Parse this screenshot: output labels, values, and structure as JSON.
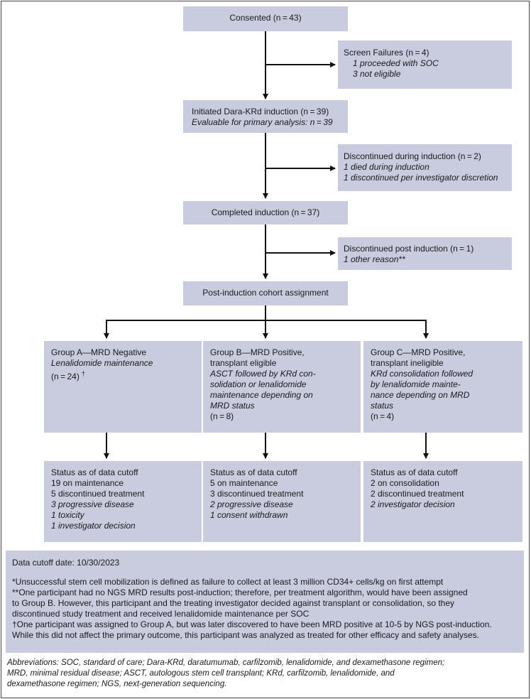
{
  "consented": "Consented (n = 43)",
  "screen_failures": {
    "title": "Screen Failures (n = 4)",
    "line1": "1 proceeded with SOC",
    "line2": "3 not eligible"
  },
  "initiated": {
    "title": "Initiated Dara-KRd induction (n = 39)",
    "subtitle": "Evaluable for primary analysis: n = 39"
  },
  "discontinued_induction": {
    "title": "Discontinued during induction (n = 2)",
    "line1": "1 died during induction",
    "line2": "1 discontinued per investigator discretion"
  },
  "completed": "Completed induction (n = 37)",
  "discontinued_post": {
    "title": "Discontinued post induction (n = 1)",
    "line1": "1 other reason**"
  },
  "cohort": "Post-induction cohort assignment",
  "group_a": {
    "line1": "Group A—MRD Negative",
    "line2": "Lenalidomide maintenance",
    "line3": "(n = 24)",
    "mark": "†"
  },
  "group_b": {
    "line1": "Group B—MRD Positive,",
    "line2": "transplant eligible",
    "line3": "ASCT followed by KRd con-",
    "line4": "solidation or lenalidomide",
    "line5": "maintenance depending on",
    "line6": "MRD status",
    "line7": "(n = 8)"
  },
  "group_c": {
    "line1": "Group C—MRD Positive,",
    "line2": "transplant ineligible",
    "line3": "KRd consolidation followed",
    "line4": "by lenalidomide mainte-",
    "line5": "nance depending on MRD",
    "line6": "status",
    "line7": "(n = 4)"
  },
  "status_a": {
    "line1": "Status as of data cutoff",
    "line2": "19 on maintenance",
    "line3": "5 discontinued treatment",
    "line4": "3 progressive disease",
    "line5": "1 toxicity",
    "line6": "1 investigator decision"
  },
  "status_b": {
    "line1": "Status as of data cutoff",
    "line2": "5 on maintenance",
    "line3": "3 discontinued treatment",
    "line4": "2 progressive disease",
    "line5": "1 consent withdrawn"
  },
  "status_c": {
    "line1": "Status as of data cutoff",
    "line2": "2 on consolidation",
    "line3": "2 discontinued treatment",
    "line4": "2 investigator decision"
  },
  "notes": {
    "cutoff": "Data cutoff date: 10/30/2023",
    "n1": "*Unsuccessful stem cell mobilization is defined as failure to collect at least 3 million CD34+ cells/kg on first attempt",
    "n2a": "**One participant had no NGS MRD results post-induction; therefore, per treatment algorithm, would have been assigned",
    "n2b": "to Group B. However, this participant and the treating investigator decided against transplant or consolidation, so they",
    "n2c": "discontinued study treatment and received lenalidomide maintenance per SOC",
    "n3a": "†One participant was assigned to Group A, but was later discovered to have been MRD positive at 10-5 by NGS post-induction.",
    "n3b": "While this did not affect the primary outcome, this participant was analyzed as treated for other efficacy and safety analyses."
  },
  "abbreviations": {
    "l1": "Abbreviations: SOC, standard of care; Dara-KRd, daratumumab, carfilzomib, lenalidomide, and dexamethasone regimen;",
    "l2": "MRD, minimal residual disease; ASCT, autologous stem cell transplant; KRd, carfilzomib, lenalidomide, and",
    "l3": "dexamethasone regimen; NGS, next-generation sequencing."
  }
}
